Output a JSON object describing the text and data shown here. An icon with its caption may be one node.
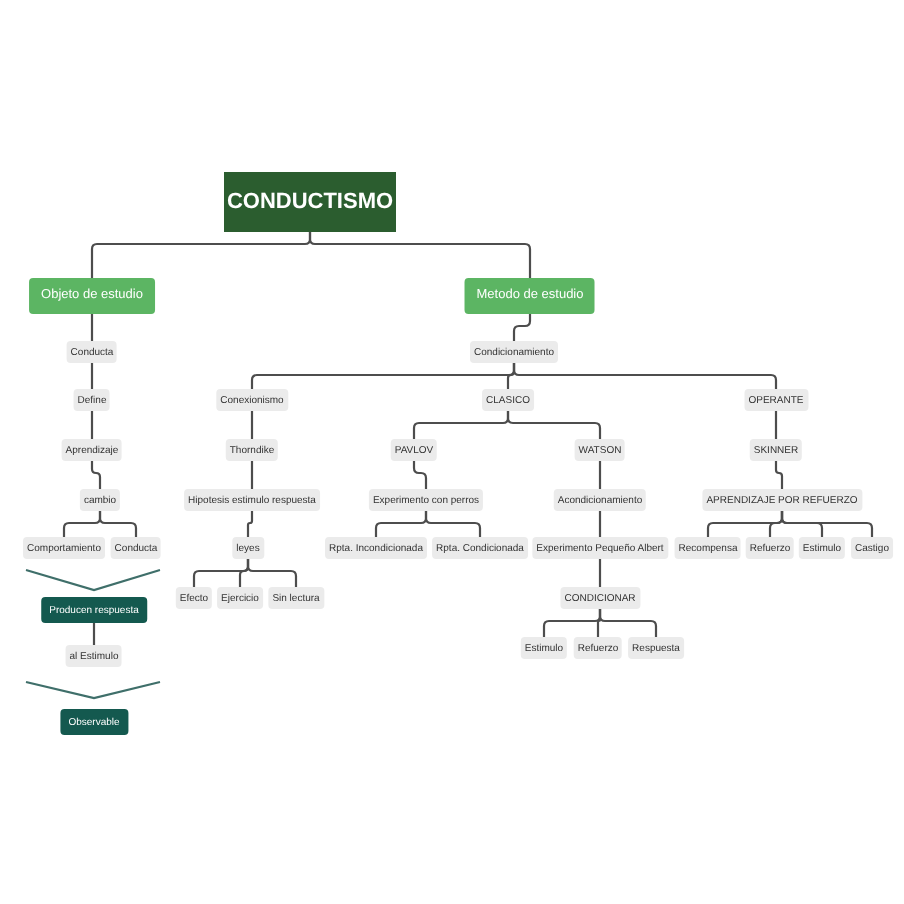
{
  "diagram": {
    "nodes": [
      {
        "text": [
          "CONDUCTISMO"
        ]
      },
      {
        "text": [
          "Objeto de estudio"
        ]
      },
      {
        "text": [
          "Metodo de estudio"
        ]
      },
      {
        "text": [
          "Conducta"
        ]
      },
      {
        "text": [
          "Define"
        ]
      },
      {
        "text": [
          "Aprendizaje"
        ]
      },
      {
        "text": [
          "cambio"
        ]
      },
      {
        "text": [
          "Comportamiento"
        ]
      },
      {
        "text": [
          "Conducta"
        ]
      },
      {
        "text": [
          "Producen respuesta"
        ]
      },
      {
        "text": [
          "al Estimulo"
        ]
      },
      {
        "text": [
          "Observable"
        ]
      },
      {
        "text": [
          "Condicionamiento"
        ]
      },
      {
        "text": [
          "Conexionismo"
        ]
      },
      {
        "text": [
          "CLASICO"
        ]
      },
      {
        "text": [
          "OPERANTE"
        ]
      },
      {
        "text": [
          "Thorndike"
        ]
      },
      {
        "text": [
          "Hipotesis estimulo respuesta"
        ]
      },
      {
        "text": [
          "leyes"
        ]
      },
      {
        "text": [
          "Efecto"
        ]
      },
      {
        "text": [
          "Ejercicio"
        ]
      },
      {
        "text": [
          "Sin lectura"
        ]
      },
      {
        "text": [
          "PAVLOV"
        ]
      },
      {
        "text": [
          "WATSON"
        ]
      },
      {
        "text": [
          "Experimento con perros"
        ]
      },
      {
        "text": [
          "Rpta. Incondicionada"
        ]
      },
      {
        "text": [
          "Rpta. Condicionada"
        ]
      },
      {
        "text": [
          "Acondicionamiento"
        ]
      },
      {
        "text": [
          "Experimento Pequeño Albert"
        ]
      },
      {
        "text": [
          "CONDICIONAR"
        ]
      },
      {
        "text": [
          "Estimulo"
        ]
      },
      {
        "text": [
          "Refuerzo"
        ]
      },
      {
        "text": [
          "Respuesta"
        ]
      },
      {
        "text": [
          "SKINNER"
        ]
      },
      {
        "text": [
          "APRENDIZAJE POR REFUERZO"
        ]
      },
      {
        "text": [
          "Recompensa"
        ]
      },
      {
        "text": [
          "Refuerzo"
        ]
      },
      {
        "text": [
          "Estimulo"
        ]
      },
      {
        "text": [
          "Castigo"
        ]
      }
    ],
    "edges": [
      {
        "from": 0,
        "to": 1,
        "arrow": "none"
      },
      {
        "from": 0,
        "to": 2,
        "arrow": "none"
      },
      {
        "from": 1,
        "to": 3,
        "arrow": "none"
      },
      {
        "from": 3,
        "to": 4,
        "arrow": "none"
      },
      {
        "from": 4,
        "to": 5,
        "arrow": "none"
      },
      {
        "from": 5,
        "to": 6,
        "arrow": "none"
      },
      {
        "from": 6,
        "to": 7,
        "arrow": "none"
      },
      {
        "from": 6,
        "to": 8,
        "arrow": "none"
      },
      {
        "from": 9,
        "to": 10,
        "arrow": "none"
      },
      {
        "from": 2,
        "to": 12,
        "arrow": "none"
      },
      {
        "from": 12,
        "to": 13,
        "arrow": "none"
      },
      {
        "from": 12,
        "to": 14,
        "arrow": "none"
      },
      {
        "from": 12,
        "to": 15,
        "arrow": "none"
      },
      {
        "from": 13,
        "to": 16,
        "arrow": "none"
      },
      {
        "from": 16,
        "to": 17,
        "arrow": "none"
      },
      {
        "from": 17,
        "to": 18,
        "arrow": "none"
      },
      {
        "from": 18,
        "to": 19,
        "arrow": "none"
      },
      {
        "from": 18,
        "to": 20,
        "arrow": "none"
      },
      {
        "from": 18,
        "to": 21,
        "arrow": "none"
      },
      {
        "from": 14,
        "to": 22,
        "arrow": "none"
      },
      {
        "from": 14,
        "to": 23,
        "arrow": "none"
      },
      {
        "from": 22,
        "to": 24,
        "arrow": "none"
      },
      {
        "from": 24,
        "to": 25,
        "arrow": "none"
      },
      {
        "from": 24,
        "to": 26,
        "arrow": "none"
      },
      {
        "from": 23,
        "to": 27,
        "arrow": "none"
      },
      {
        "from": 27,
        "to": 28,
        "arrow": "none"
      },
      {
        "from": 28,
        "to": 29,
        "arrow": "none"
      },
      {
        "from": 29,
        "to": 30,
        "arrow": "none"
      },
      {
        "from": 29,
        "to": 31,
        "arrow": "none"
      },
      {
        "from": 29,
        "to": 32,
        "arrow": "none"
      },
      {
        "from": 15,
        "to": 33,
        "arrow": "none"
      },
      {
        "from": 33,
        "to": 34,
        "arrow": "none"
      },
      {
        "from": 34,
        "to": 35,
        "arrow": "none"
      },
      {
        "from": 34,
        "to": 36,
        "arrow": "none"
      },
      {
        "from": 34,
        "to": 37,
        "arrow": "none"
      },
      {
        "from": 34,
        "to": 38,
        "arrow": "none"
      }
    ]
  }
}
